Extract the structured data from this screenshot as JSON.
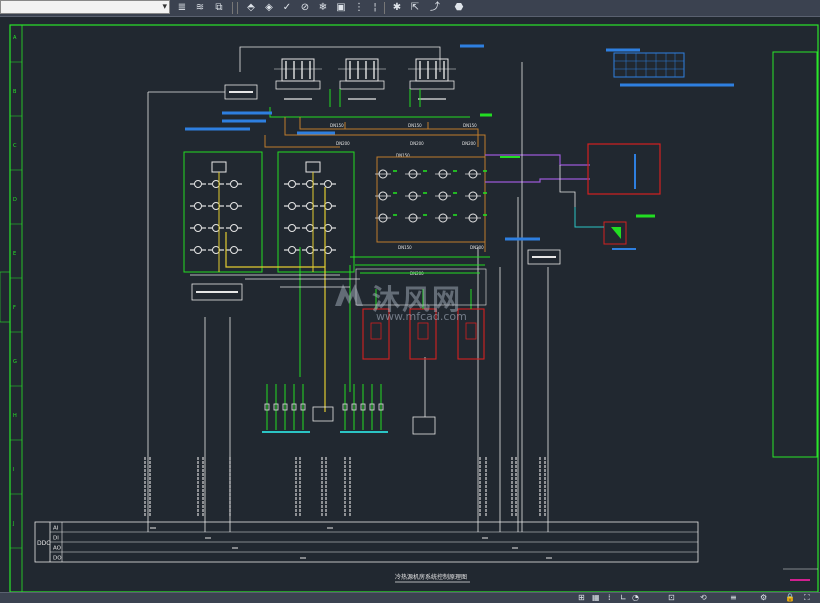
{
  "toolbar": {
    "layer_combo_value": "",
    "icons": [
      "layer-properties-icon",
      "layer-states-icon",
      "layer-previous-icon",
      "match-layer-icon",
      "layer-isolate-icon",
      "layer-unisolate-icon",
      "layer-off-icon",
      "layer-freeze-icon",
      "layer-lock-icon",
      "layer-walk-icon",
      "snap-settings-icon",
      "polar-tracking-icon",
      "osnap-icon",
      "annotation-scale-icon"
    ]
  },
  "drawing": {
    "title": "冷热源机房系统控制原理图",
    "ddc_label": "DDC",
    "signal_rows": [
      "AI",
      "DI",
      "AO",
      "DO"
    ],
    "grid_letters": [
      "A",
      "B",
      "C",
      "D",
      "E",
      "F",
      "G",
      "H",
      "I",
      "J"
    ],
    "pipe_labels": [
      "DN150",
      "DN150",
      "DN150",
      "DN200",
      "DN200",
      "DN200",
      "DN150",
      "DN150",
      "DN200",
      "DN200"
    ],
    "colors": {
      "background": "#212830",
      "frame": "#29e629",
      "pipe_green": "#22dd22",
      "pipe_orange": "#c07c2c",
      "pipe_yellow": "#e2cc30",
      "pipe_purple": "#9b59d6",
      "equipment": "#e6e6e6",
      "red_box": "#d42020",
      "annotation_blue": "#2e7fe0",
      "cyan": "#2bc4c4"
    }
  },
  "watermark": {
    "text": "沐风网",
    "url": "www.mfcad.com"
  },
  "statusbar": {
    "icons": [
      "model-space-icon",
      "grid-icon",
      "snap-icon",
      "ortho-icon",
      "polar-icon",
      "osnap-status-icon",
      "otrack-icon",
      "lineweight-icon",
      "workspace-icon",
      "lock-toolbar-icon",
      "fullscreen-icon"
    ]
  }
}
